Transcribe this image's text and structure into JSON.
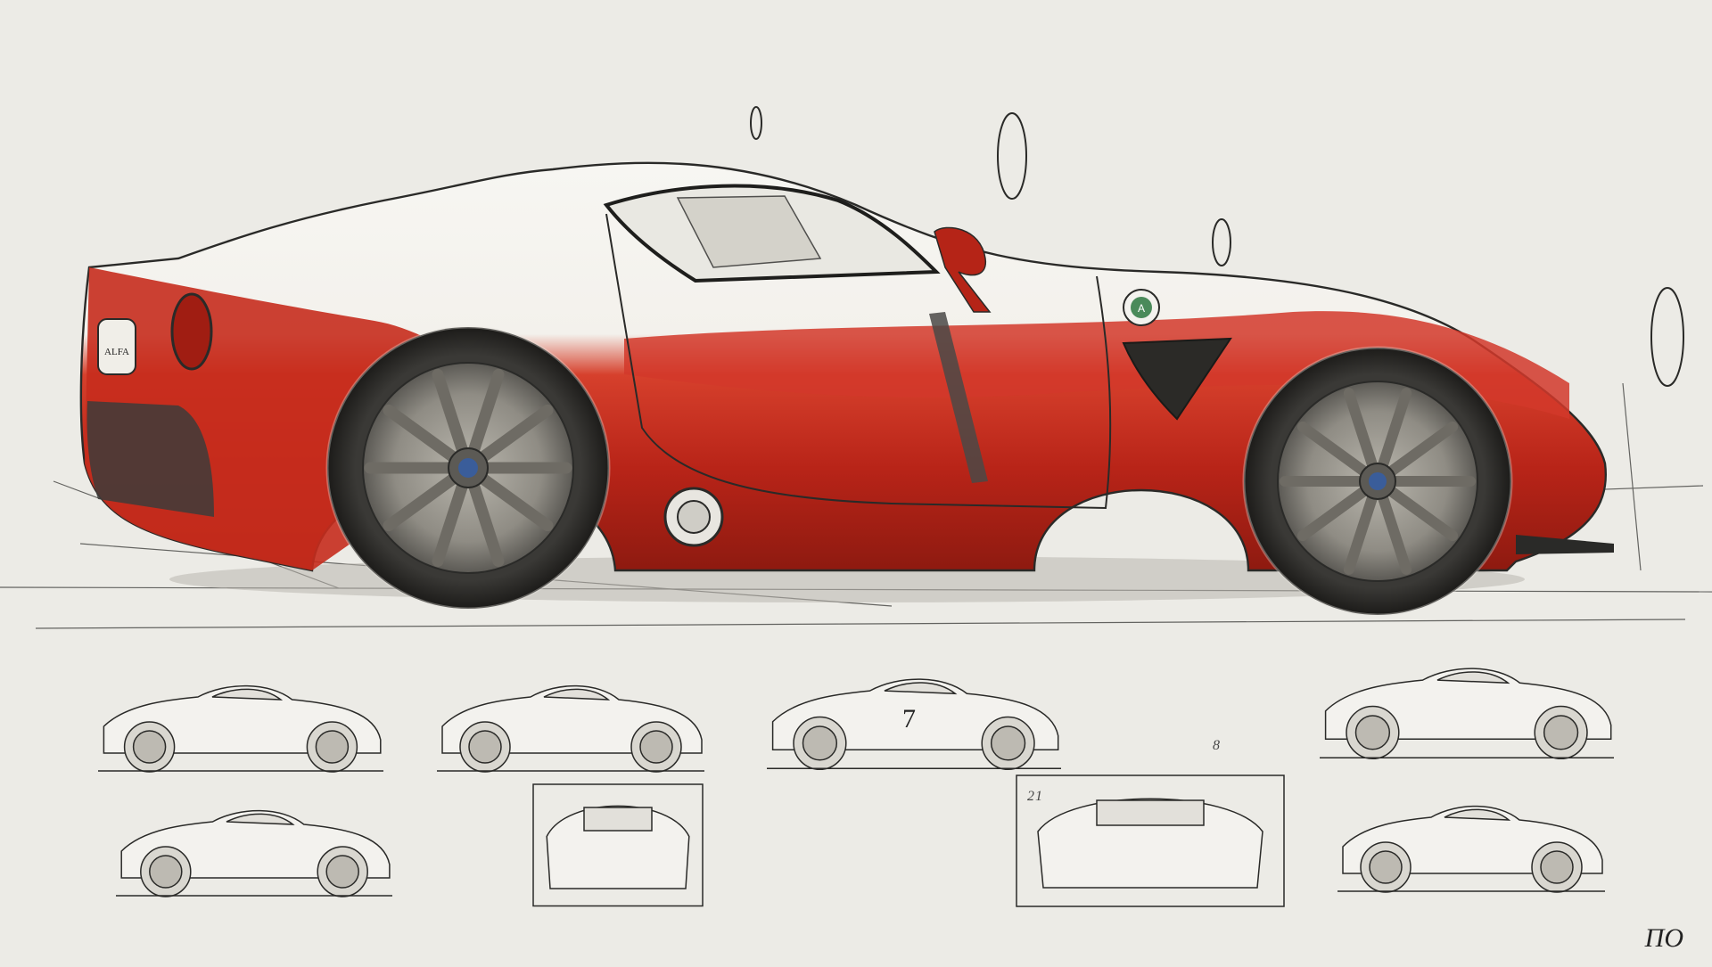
{
  "main_car": {
    "body_color": "#c0281a",
    "body_highlight": "#e24a35",
    "upper_color": "#f7f6f2",
    "rim_color": "#9a9790",
    "tire_color": "#2d2c2a",
    "badge_text": "A",
    "rear_plate_text": "ALFA",
    "icon": "sports-car-sketch"
  },
  "line_color": "#2a2a28",
  "background_color": "#ecebe6",
  "number_label": "7",
  "signature_text": "ΠΟ",
  "dimension_marks": [
    "8",
    "21"
  ]
}
